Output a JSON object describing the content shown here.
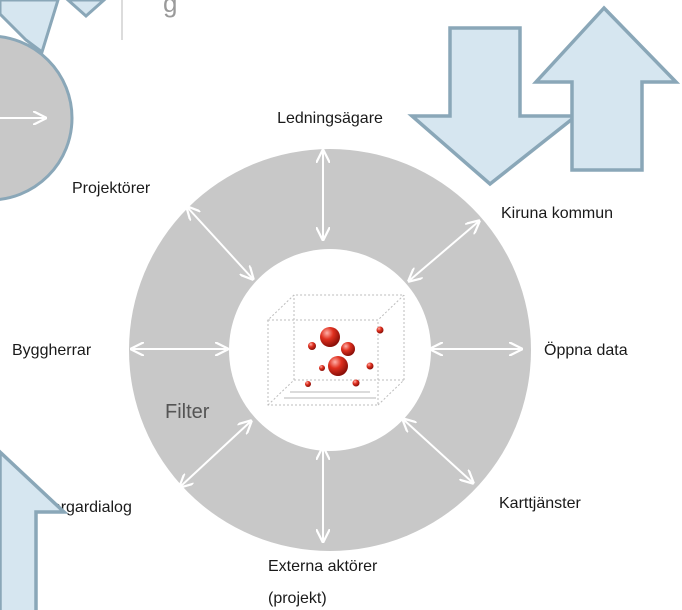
{
  "diagram": {
    "top_fragment": "g",
    "ring_label": "Filter",
    "stakeholders": {
      "north": "Ledningsägare",
      "northeast": "Kiruna kommun",
      "east": "Öppna data",
      "southeast": "Karttjänster",
      "south_line1": "Externa aktörer",
      "south_line2": "(projekt)",
      "southwest": "dborgardialog",
      "west": "Byggherrar",
      "northwest": "Projektörer"
    }
  },
  "colors": {
    "ring": "#c8c8c8",
    "arrow_fill": "#d6e6f0",
    "arrow_stroke": "#8aa7b8",
    "sphere": "#d8261b"
  }
}
